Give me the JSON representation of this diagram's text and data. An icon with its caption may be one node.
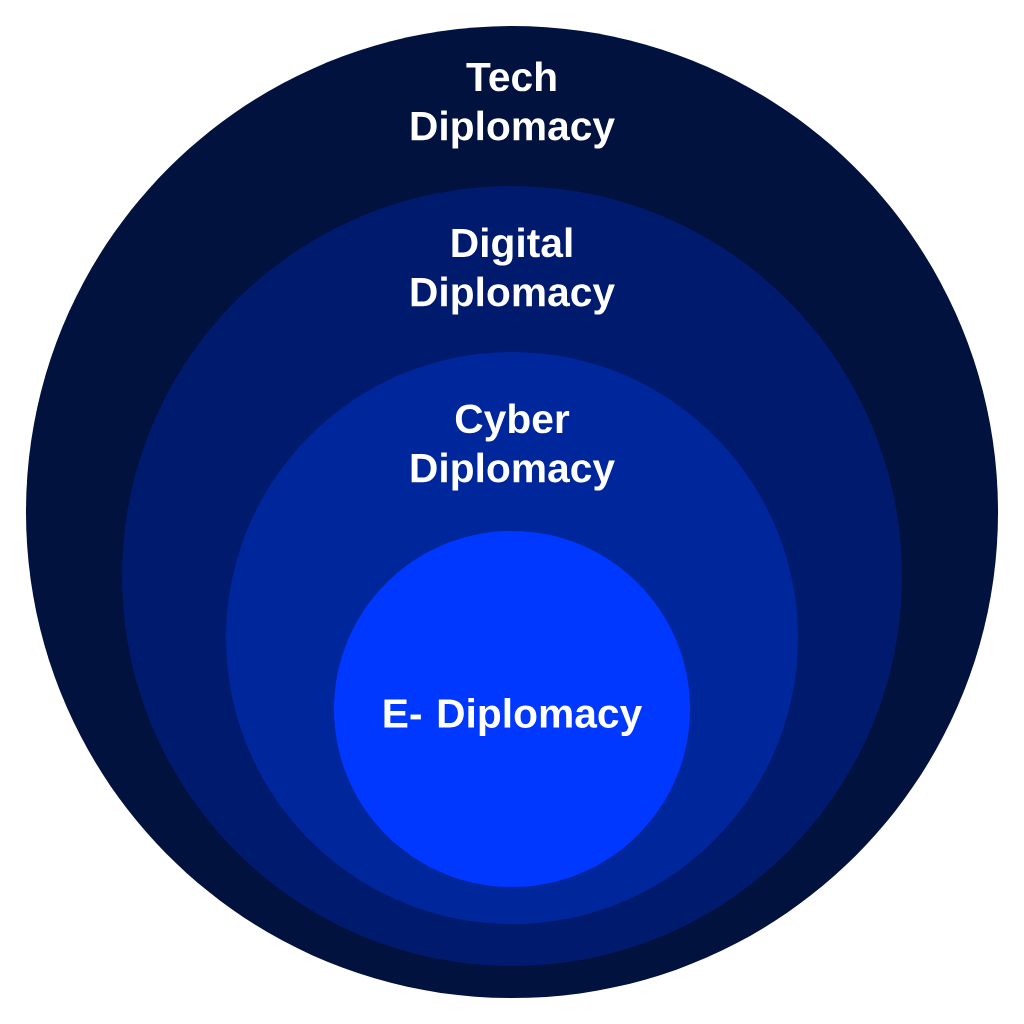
{
  "diagram": {
    "nodes": [
      {
        "text": [
          "Tech Diplomacy"
        ]
      },
      {
        "text": [
          "Digital Diplomacy"
        ],
        "in": 0
      },
      {
        "text": [
          "Cyber Diplomacy"
        ],
        "in": 1
      },
      {
        "text": [
          "E- Diplomacy"
        ],
        "in": 2
      }
    ]
  }
}
